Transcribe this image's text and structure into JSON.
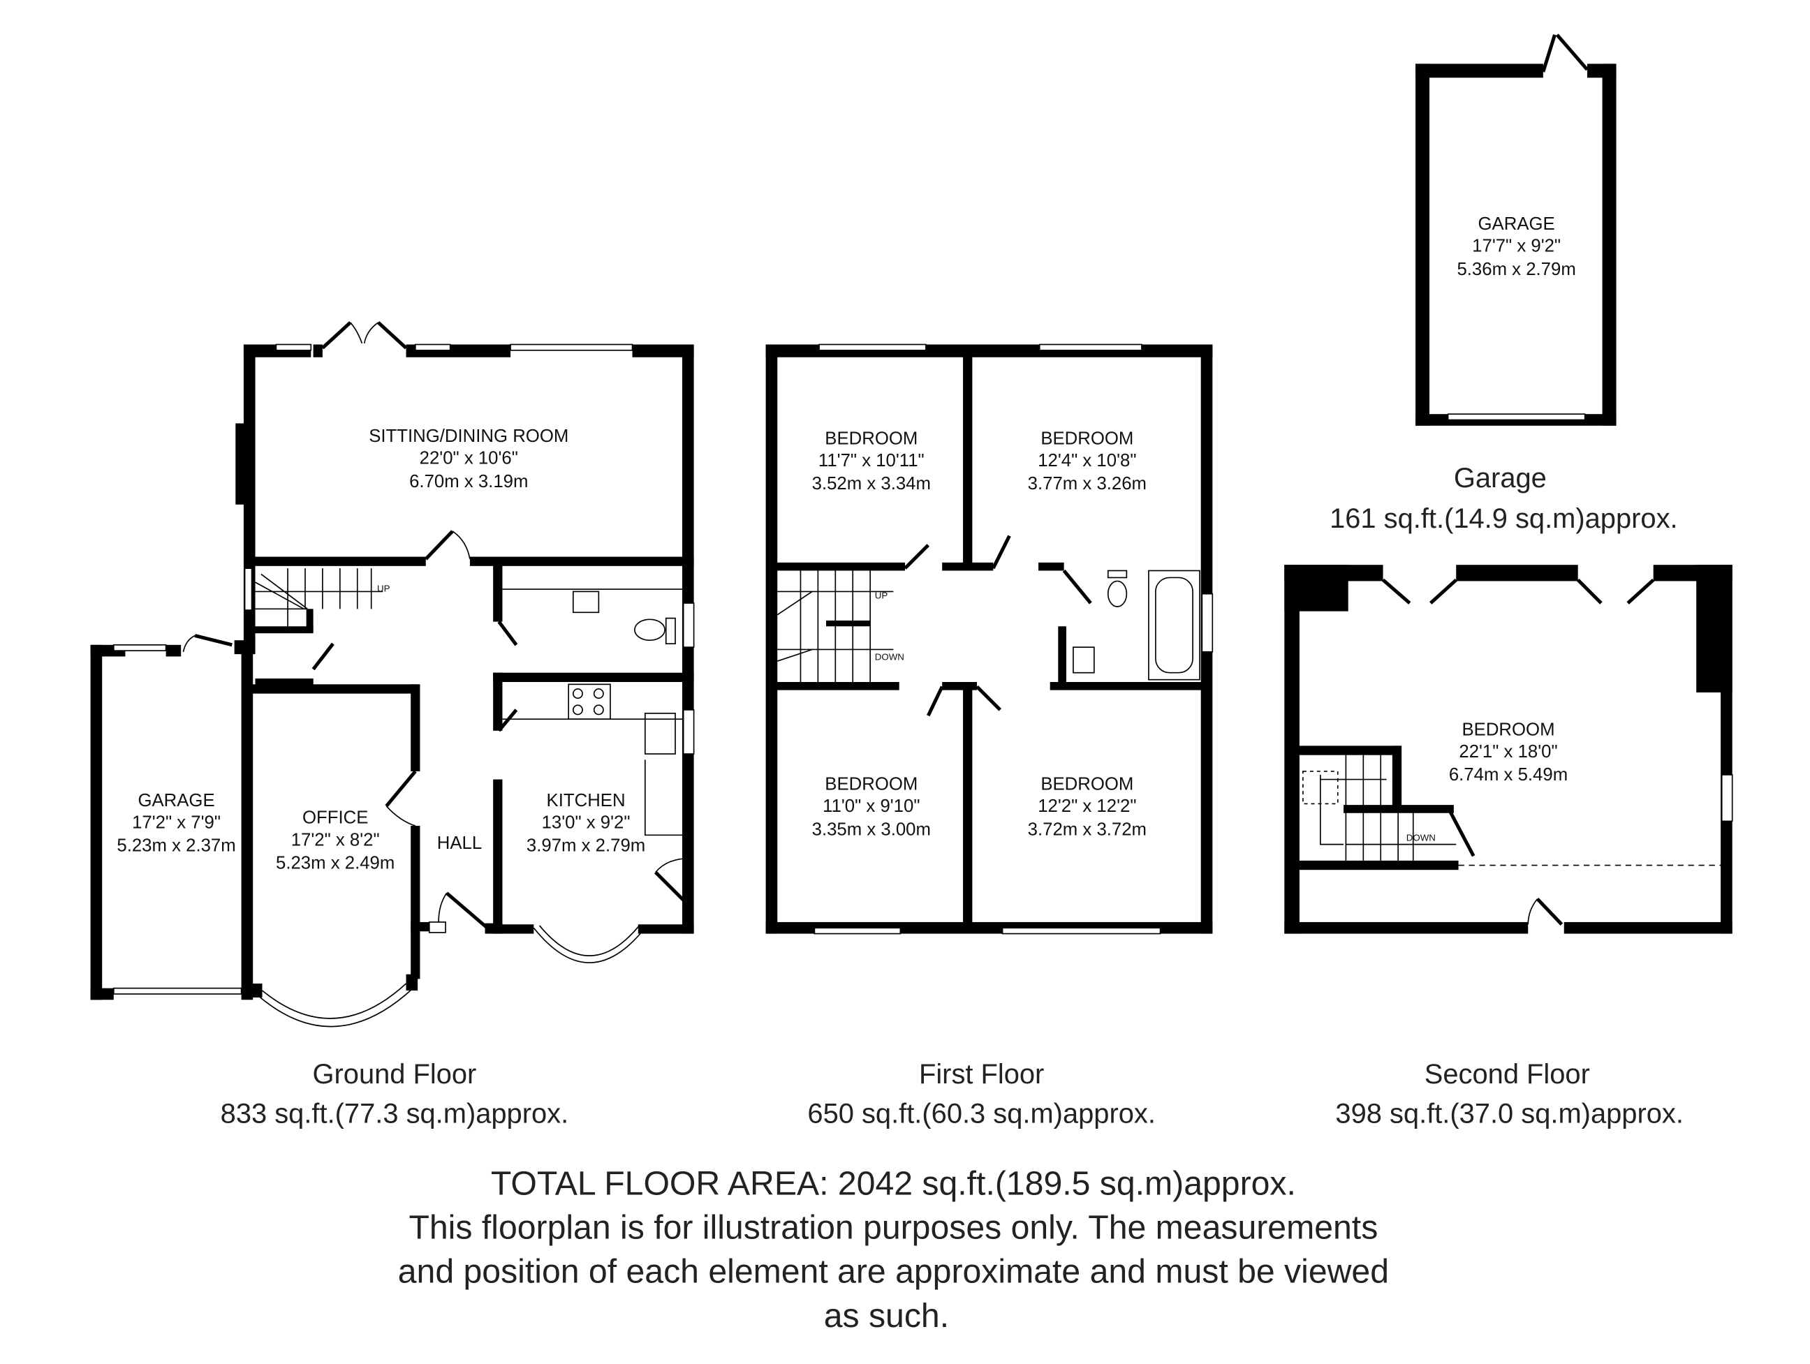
{
  "ground_floor": {
    "title": "Ground Floor",
    "area": "833 sq.ft.(77.3 sq.m)approx.",
    "rooms": [
      {
        "name": "SITTING/DINING ROOM",
        "imperial": "22'0\" x 10'6\"",
        "metric": "6.70m x 3.19m"
      },
      {
        "name": "GARAGE",
        "imperial": "17'2\" x 7'9\"",
        "metric": "5.23m x 2.37m"
      },
      {
        "name": "OFFICE",
        "imperial": "17'2\" x 8'2\"",
        "metric": "5.23m x 2.49m"
      },
      {
        "name": "HALL"
      },
      {
        "name": "KITCHEN",
        "imperial": "13'0\" x 9'2\"",
        "metric": "3.97m x 2.79m"
      }
    ],
    "stair_label": "UP"
  },
  "first_floor": {
    "title": "First Floor",
    "area": "650 sq.ft.(60.3 sq.m)approx.",
    "rooms": [
      {
        "name": "BEDROOM",
        "imperial": "11'7\" x 10'11\"",
        "metric": "3.52m x 3.34m"
      },
      {
        "name": "BEDROOM",
        "imperial": "12'4\" x 10'8\"",
        "metric": "3.77m x 3.26m"
      },
      {
        "name": "BEDROOM",
        "imperial": "11'0\" x 9'10\"",
        "metric": "3.35m x 3.00m"
      },
      {
        "name": "BEDROOM",
        "imperial": "12'2\" x 12'2\"",
        "metric": "3.72m x 3.72m"
      }
    ],
    "stair_up": "UP",
    "stair_down": "DOWN"
  },
  "second_floor": {
    "title": "Second Floor",
    "area": "398 sq.ft.(37.0 sq.m)approx.",
    "rooms": [
      {
        "name": "BEDROOM",
        "imperial": "22'1\" x 18'0\"",
        "metric": "6.74m x 5.49m"
      }
    ],
    "stair_down": "DOWN"
  },
  "garage": {
    "title": "Garage",
    "area": "161 sq.ft.(14.9 sq.m)approx.",
    "rooms": [
      {
        "name": "GARAGE",
        "imperial": "17'7\" x 9'2\"",
        "metric": "5.36m x 2.79m"
      }
    ]
  },
  "footer": {
    "total": "TOTAL FLOOR AREA: 2042 sq.ft.(189.5 sq.m)approx.",
    "disclaimer_lines": [
      "This floorplan is for illustration purposes only. The measurements",
      "and position of each element are approximate and must be viewed",
      "as such."
    ]
  }
}
